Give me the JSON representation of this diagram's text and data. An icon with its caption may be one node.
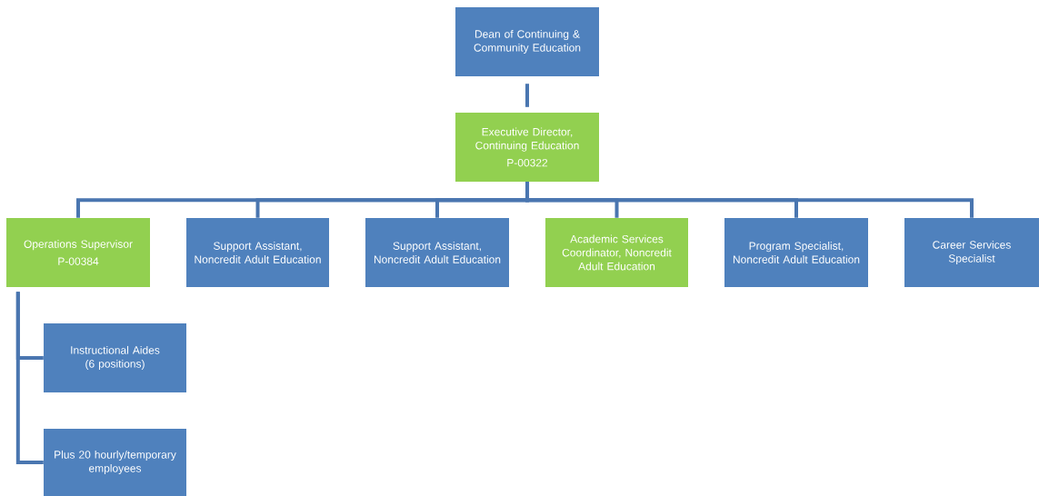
{
  "diagram": {
    "nodes": [
      {
        "text": [
          "Dean of Continuing & Community Education"
        ]
      },
      {
        "text": [
          "Executive Director, Continuing Education",
          "P-00322"
        ]
      },
      {
        "text": [
          "Operations Supervisor",
          "P-00384"
        ]
      },
      {
        "text": [
          "Support Assistant, Noncredit Adult Education"
        ]
      },
      {
        "text": [
          "Support Assistant, Noncredit Adult Education"
        ]
      },
      {
        "text": [
          "Academic Services Coordinator, Noncredit Adult Education"
        ]
      },
      {
        "text": [
          "Program Specialist, Noncredit Adult Education"
        ]
      },
      {
        "text": [
          "Career Services Specialist"
        ]
      },
      {
        "text": [
          "Instructional Aides (6 positions)"
        ]
      },
      {
        "text": [
          "Plus 20 hourly/temporary employees"
        ]
      }
    ],
    "edges": [
      {
        "from": 0,
        "to": 1,
        "arrow": "none"
      },
      {
        "from": 1,
        "to": 2,
        "arrow": "none"
      },
      {
        "from": 1,
        "to": 3,
        "arrow": "none"
      },
      {
        "from": 1,
        "to": 4,
        "arrow": "none"
      },
      {
        "from": 1,
        "to": 5,
        "arrow": "none"
      },
      {
        "from": 1,
        "to": 6,
        "arrow": "none"
      },
      {
        "from": 1,
        "to": 7,
        "arrow": "none"
      },
      {
        "from": 2,
        "to": 8,
        "arrow": "none"
      },
      {
        "from": 2,
        "to": 9,
        "arrow": "none"
      }
    ]
  }
}
